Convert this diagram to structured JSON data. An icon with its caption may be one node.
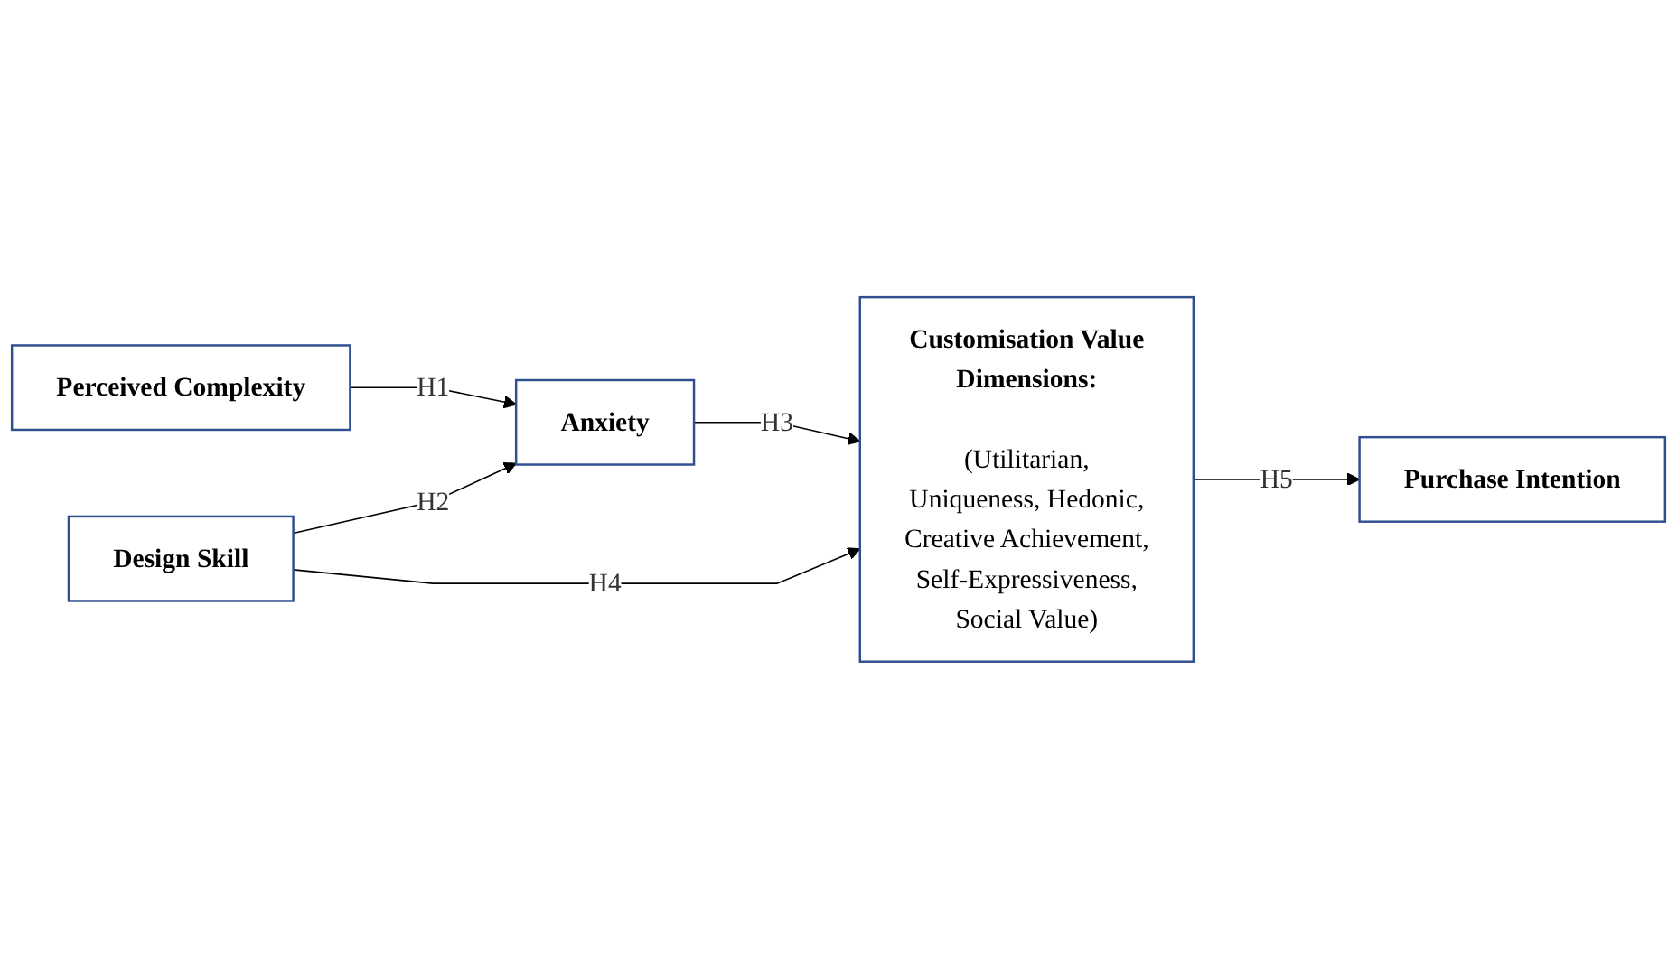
{
  "diagram": {
    "nodes": [
      {
        "text": [
          "Perceived Complexity"
        ]
      },
      {
        "text": [
          "Anxiety"
        ]
      },
      {
        "text": [
          "Customisation Value Dimensions:",
          "(Utilitarian, Uniqueness, Hedonic, Creative Achievement, Self-Expressiveness, Social Value)"
        ]
      },
      {
        "text": [
          "Purchase Intention"
        ]
      },
      {
        "text": [
          "Design Skill"
        ]
      }
    ],
    "edges": [
      {
        "from": 0,
        "to": 1,
        "arrow": "to",
        "label": "H1"
      },
      {
        "from": 4,
        "to": 1,
        "arrow": "to",
        "label": "H2"
      },
      {
        "from": 1,
        "to": 2,
        "arrow": "to",
        "label": "H3"
      },
      {
        "from": 4,
        "to": 2,
        "arrow": "to",
        "label": "H4"
      },
      {
        "from": 2,
        "to": 3,
        "arrow": "to",
        "label": "H5"
      }
    ]
  }
}
